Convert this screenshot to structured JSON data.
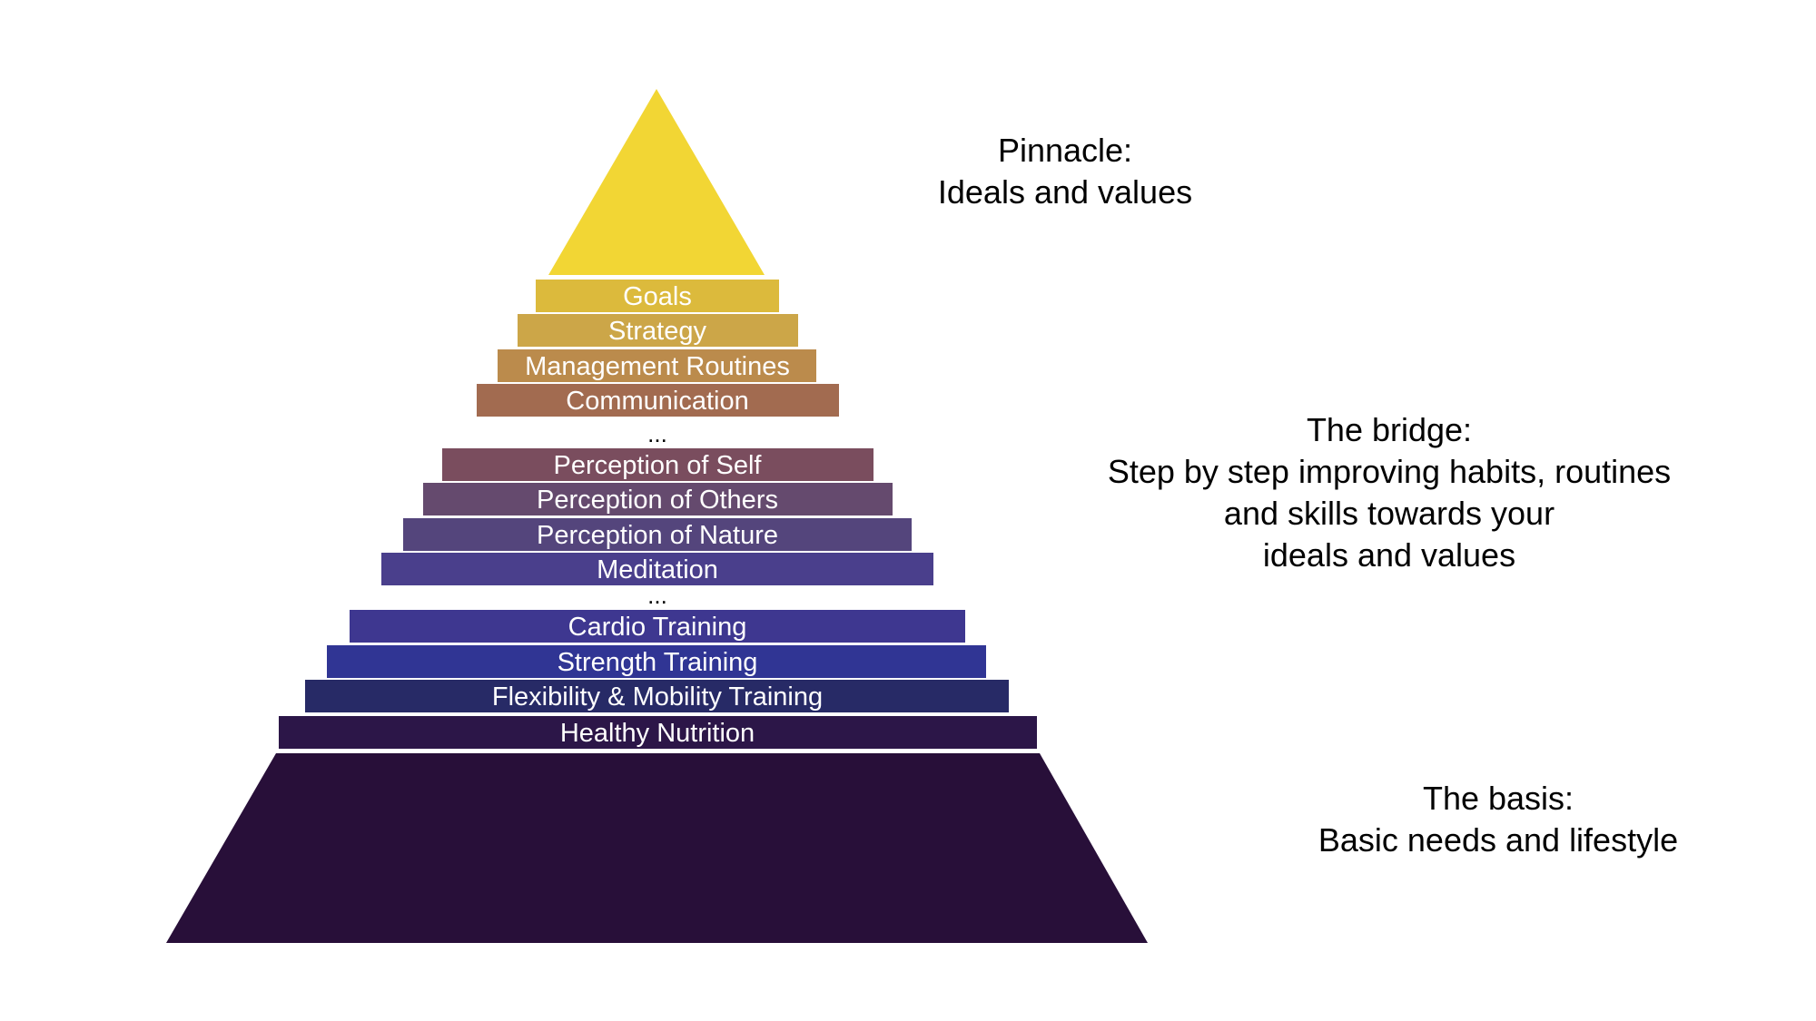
{
  "pyramid": {
    "steps": [
      {
        "label": "Goals",
        "color": "#dcba3c"
      },
      {
        "label": "Strategy",
        "color": "#cca648"
      },
      {
        "label": "Management Routines",
        "color": "#bb8b4c"
      },
      {
        "label": "Communication",
        "color": "#a26b50"
      },
      {
        "label": "Perception of Self",
        "color": "#7a4d5e"
      },
      {
        "label": "Perception of Others",
        "color": "#654a6e"
      },
      {
        "label": "Perception of Nature",
        "color": "#54457c"
      },
      {
        "label": "Meditation",
        "color": "#4a3f8c"
      },
      {
        "label": "Cardio Training",
        "color": "#3e3790"
      },
      {
        "label": "Strength Training",
        "color": "#303594"
      },
      {
        "label": "Flexibility & Mobility Training",
        "color": "#272a66"
      },
      {
        "label": "Healthy Nutrition",
        "color": "#2c1648"
      }
    ],
    "ellipsis_1": "...",
    "ellipsis_2": "...",
    "apex_color": "#f2d634",
    "base_color": "#280f39"
  },
  "labels": {
    "pinnacle": {
      "title": "Pinnacle:",
      "text": "Ideals and values"
    },
    "bridge": {
      "title": "The bridge:",
      "line1": "Step by step improving habits, routines",
      "line2": "and skills towards your",
      "line3": "ideals and values"
    },
    "basis": {
      "title": "The basis:",
      "text": "Basic needs and lifestyle"
    }
  }
}
